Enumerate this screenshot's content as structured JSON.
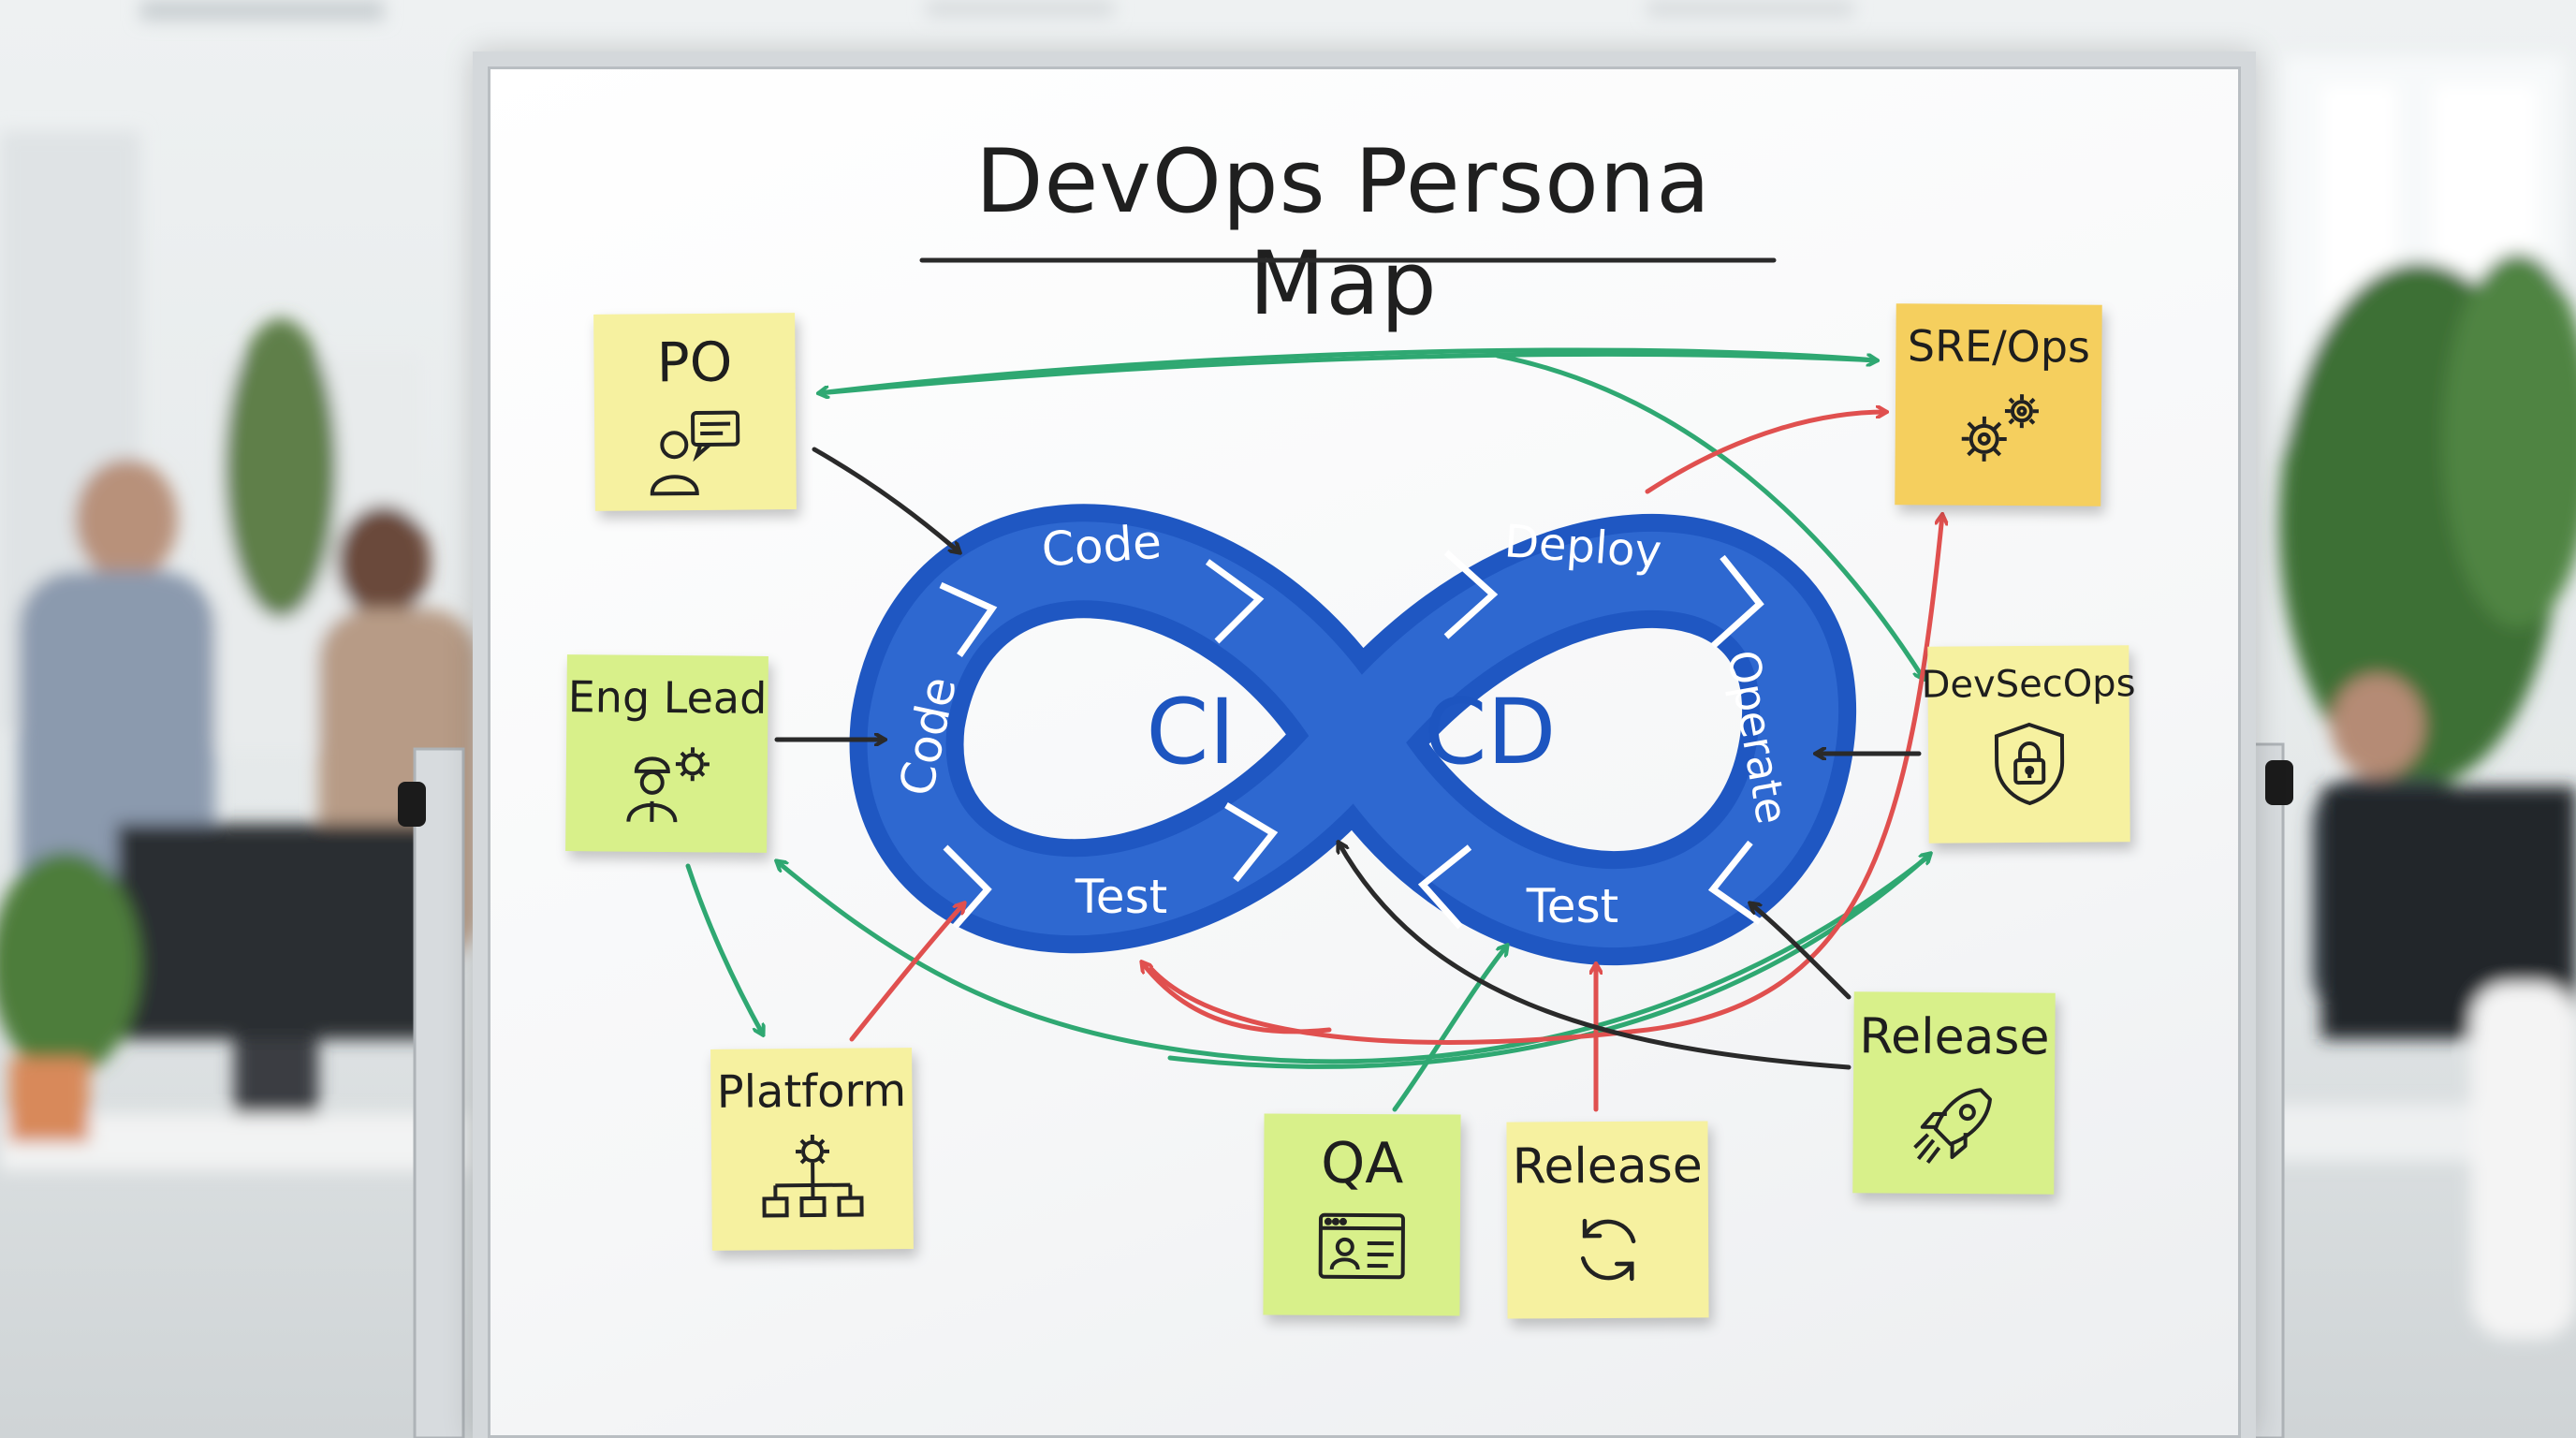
{
  "title": "DevOps Persona Map",
  "loop": {
    "ci": "CI",
    "cd": "CD",
    "stages": {
      "code_top": "Code",
      "code_left": "Code",
      "test_left": "Test",
      "deploy": "Deploy",
      "operate": "Operate",
      "test_right": "Test"
    }
  },
  "personas": {
    "po": "PO",
    "eng_lead": "Eng Lead",
    "platform": "Platform",
    "qa": "QA",
    "release_center": "Release",
    "release_right": "Release",
    "devsecops": "DevSecOps",
    "sre_ops": "SRE/Ops"
  },
  "icons": {
    "po": "user-chat-icon",
    "eng_lead": "engineer-gear-icon",
    "platform": "org-chart-gear-icon",
    "qa": "id-card-window-icon",
    "release_center": "refresh-cycle-icon",
    "release_right": "rocket-icon",
    "devsecops": "shield-lock-icon",
    "sre_ops": "gears-icon"
  },
  "colors": {
    "loop_blue": "#2a63c9",
    "note_yellow": "#f6f1a0",
    "note_lime": "#d8f08a",
    "note_amber": "#f5cf5e",
    "arrow_green": "#2fa872",
    "arrow_red": "#e0504f",
    "arrow_dark": "#2a2a2a"
  }
}
